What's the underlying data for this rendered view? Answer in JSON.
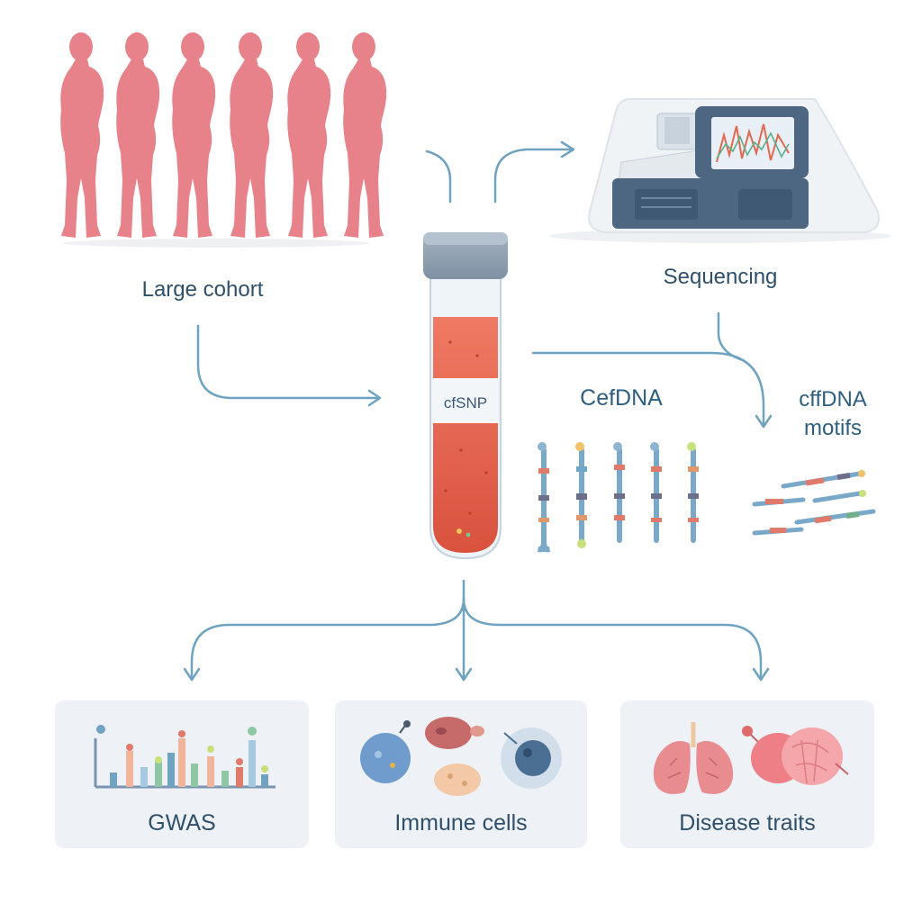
{
  "cohort": {
    "label": "Large cohort"
  },
  "sequencing": {
    "label": "Sequencing"
  },
  "tube": {
    "label": "cfSNP"
  },
  "cefdna": {
    "label": "CefDNA"
  },
  "motifs": {
    "label_line1": "cffDNA",
    "label_line2": "motifs"
  },
  "panels": {
    "gwas": {
      "title": "GWAS"
    },
    "immune": {
      "title": "Immune cells"
    },
    "disease": {
      "title": "Disease traits"
    }
  },
  "icons": [
    "person-silhouette-icon",
    "sequencer-icon",
    "blood-tube-icon",
    "dna-fragment-icon",
    "bar-chart-icon",
    "immune-cell-icon",
    "lungs-icon",
    "organ-icon"
  ],
  "colors": {
    "arrow": "#6fa3c0",
    "person": "#e8828a",
    "blood": "#e0654f",
    "panel_bg": "#eef2f6",
    "text": "#2f4f6a"
  }
}
